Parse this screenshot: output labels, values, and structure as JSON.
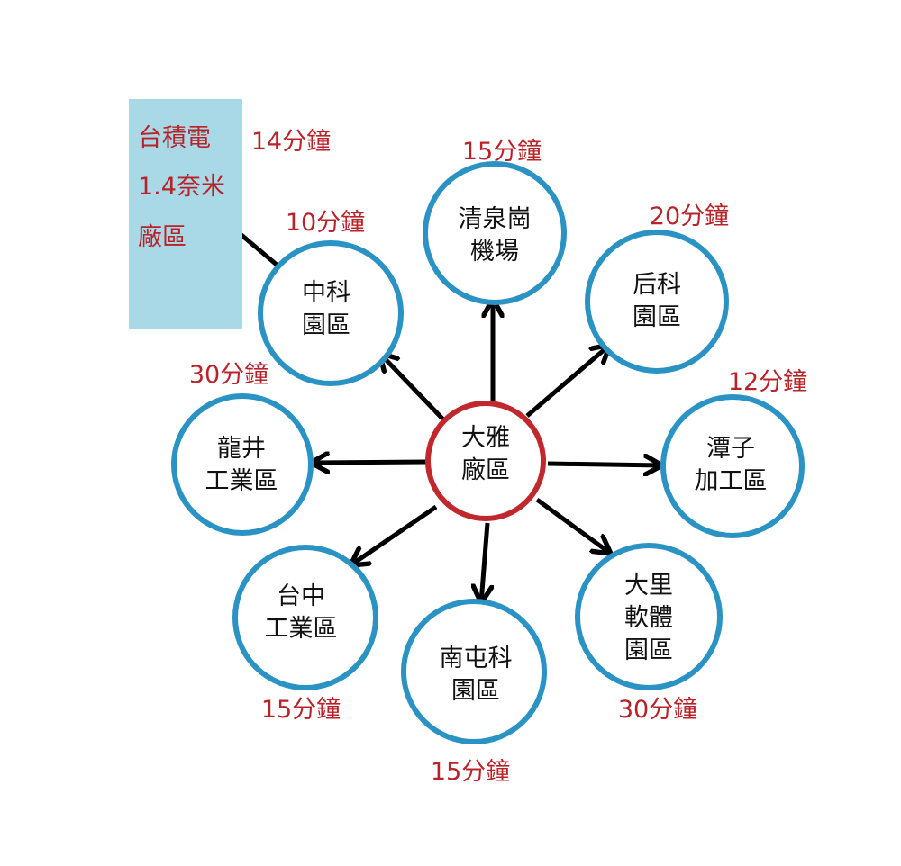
{
  "center": {
    "line1": "大雅",
    "line2": "廠區"
  },
  "destinations": [
    {
      "id": "cck-airport",
      "line1": "清泉崗",
      "line2": "機場",
      "line3": "",
      "time": "15分鐘"
    },
    {
      "id": "houli-park",
      "line1": "后科",
      "line2": "園區",
      "line3": "",
      "time": "20分鐘"
    },
    {
      "id": "tanzi-epz",
      "line1": "潭子",
      "line2": "加工區",
      "line3": "",
      "time": "12分鐘"
    },
    {
      "id": "dali-software",
      "line1": "大里",
      "line2": "軟體",
      "line3": "園區",
      "time": "30分鐘"
    },
    {
      "id": "nantun-park",
      "line1": "南屯科",
      "line2": "園區",
      "line3": "",
      "time": "15分鐘"
    },
    {
      "id": "taichung-ip",
      "line1": "台中",
      "line2": "工業區",
      "line3": "",
      "time": "15分鐘"
    },
    {
      "id": "longjing-ip",
      "line1": "龍井",
      "line2": "工業區",
      "line3": "",
      "time": "30分鐘"
    },
    {
      "id": "central-park",
      "line1": "中科",
      "line2": "園區",
      "line3": "",
      "time": "10分鐘"
    }
  ],
  "tsmc": {
    "line1": "台積電",
    "line2": "1.4奈米",
    "line3": "廠區",
    "time": "14分鐘"
  },
  "colors": {
    "node_ring": "#2a93c3",
    "center_ring": "#c0282d",
    "time_text": "#b8232a",
    "tsmc_box": "#a9d8e6",
    "arrow": "#000000"
  }
}
